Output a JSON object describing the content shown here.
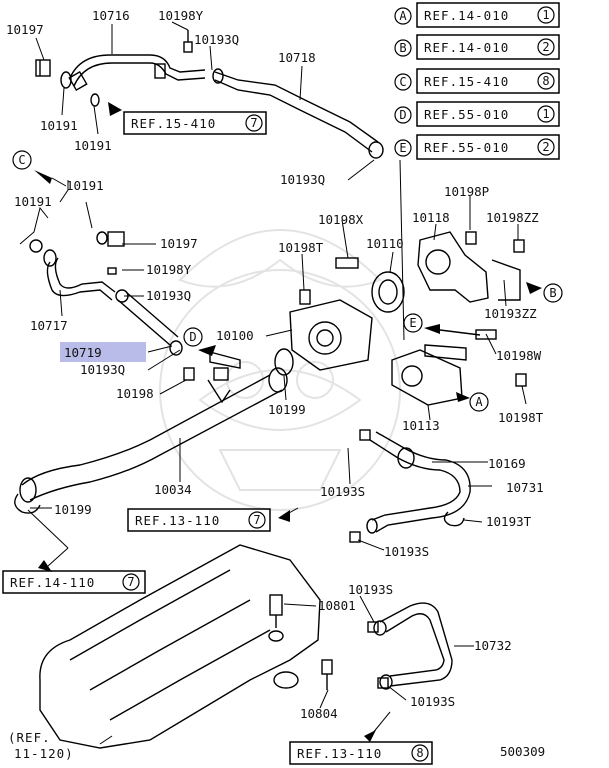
{
  "drawing_number": "500309",
  "ref_box_top": [
    {
      "letter": "A",
      "ref": "REF.14-010",
      "num": "1"
    },
    {
      "letter": "B",
      "ref": "REF.14-010",
      "num": "2"
    },
    {
      "letter": "C",
      "ref": "REF.15-410",
      "num": "8"
    },
    {
      "letter": "D",
      "ref": "REF.55-010",
      "num": "1"
    },
    {
      "letter": "E",
      "ref": "REF.55-010",
      "num": "2"
    }
  ],
  "ref_inline": [
    {
      "ref": "REF.15-410",
      "num": "7"
    },
    {
      "ref": "REF.13-110",
      "num": "7"
    },
    {
      "ref": "REF.14-110",
      "num": "7"
    },
    {
      "ref": "REF.13-110",
      "num": "8"
    }
  ],
  "ref_open": {
    "line1": "(REF.",
    "line2": "11-120)"
  },
  "callouts": {
    "c": "C",
    "d": "D",
    "e": "E",
    "a": "A",
    "b": "B"
  },
  "labels": [
    "10197",
    "10716",
    "10198Y",
    "10193Q",
    "10718",
    "10191",
    "10191",
    "10193Q",
    "10191",
    "10191",
    "10197",
    "10198Y",
    "10193Q",
    "10717",
    "10719",
    "10193Q",
    "10198",
    "10198P",
    "10198X",
    "10118",
    "10198ZZ",
    "10198T",
    "10110",
    "10100",
    "10193ZZ",
    "10198W",
    "10199",
    "10198T",
    "10113",
    "10034",
    "10169",
    "10193S",
    "10731",
    "10199",
    "10193T",
    "10193S",
    "10193S",
    "10801",
    "10732",
    "10804",
    "10193S"
  ],
  "highlight_label": "10719"
}
